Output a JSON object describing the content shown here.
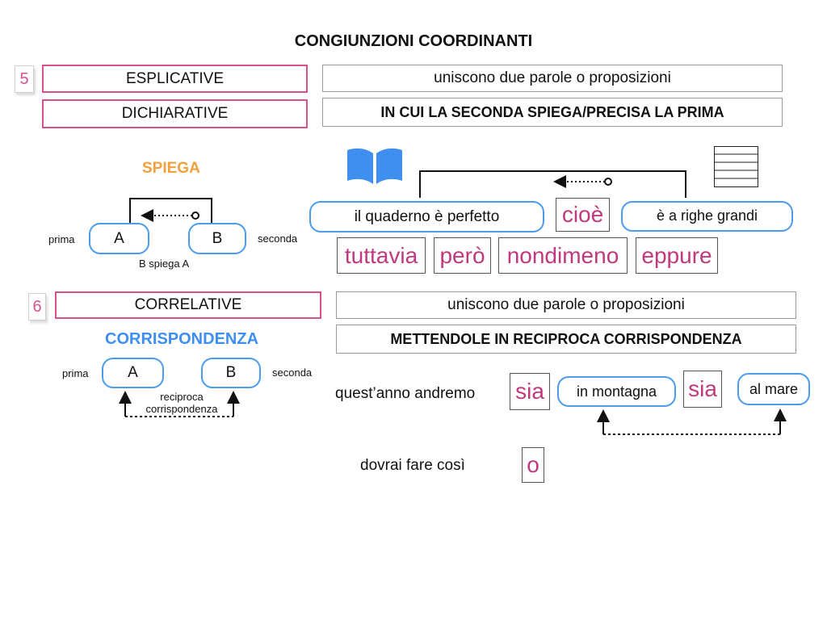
{
  "title": "CONGIUNZIONI COORDINANTI",
  "section5": {
    "number": "5",
    "label1": "ESPLICATIVE",
    "label2": "DICHIARATIVE",
    "desc1": "uniscono due parole o proposizioni",
    "desc2": "IN CUI LA SECONDA SPIEGA/PRECISA LA PRIMA",
    "diagram": {
      "heading": "SPIEGA",
      "left_label": "prima",
      "right_label": "seconda",
      "box_a": "A",
      "box_b": "B",
      "caption": "B spiega A"
    },
    "example": {
      "part1": "il quaderno è perfetto",
      "conjunction": "cioè",
      "part2": "è a righe grandi",
      "other_conjunctions": [
        "tuttavia",
        "però",
        "nondimeno",
        "eppure"
      ],
      "book_icon": "open-book-icon",
      "notebook_icon": "lined-notebook-icon"
    }
  },
  "section6": {
    "number": "6",
    "label": "CORRELATIVE",
    "desc1": "uniscono due parole o proposizioni",
    "desc2": "METTENDOLE IN RECIPROCA CORRISPONDENZA",
    "diagram": {
      "heading": "CORRISPONDENZA",
      "left_label": "prima",
      "right_label": "seconda",
      "box_a": "A",
      "box_b": "B",
      "caption_line1": "reciproca",
      "caption_line2": "corrispondenza"
    },
    "example1": {
      "lead": "quest’anno andremo",
      "conj1": "sia",
      "part1": "in montagna",
      "conj2": "sia",
      "part2": "al mare"
    },
    "example2": {
      "lead": "dovrai fare così",
      "conj": "o"
    }
  },
  "colors": {
    "pink_accent": "#d9508f",
    "conj_text": "#c0387d",
    "blue_accent": "#4b9cec",
    "orange_heading": "#f0a03c",
    "blue_heading": "#3e8ff0"
  }
}
